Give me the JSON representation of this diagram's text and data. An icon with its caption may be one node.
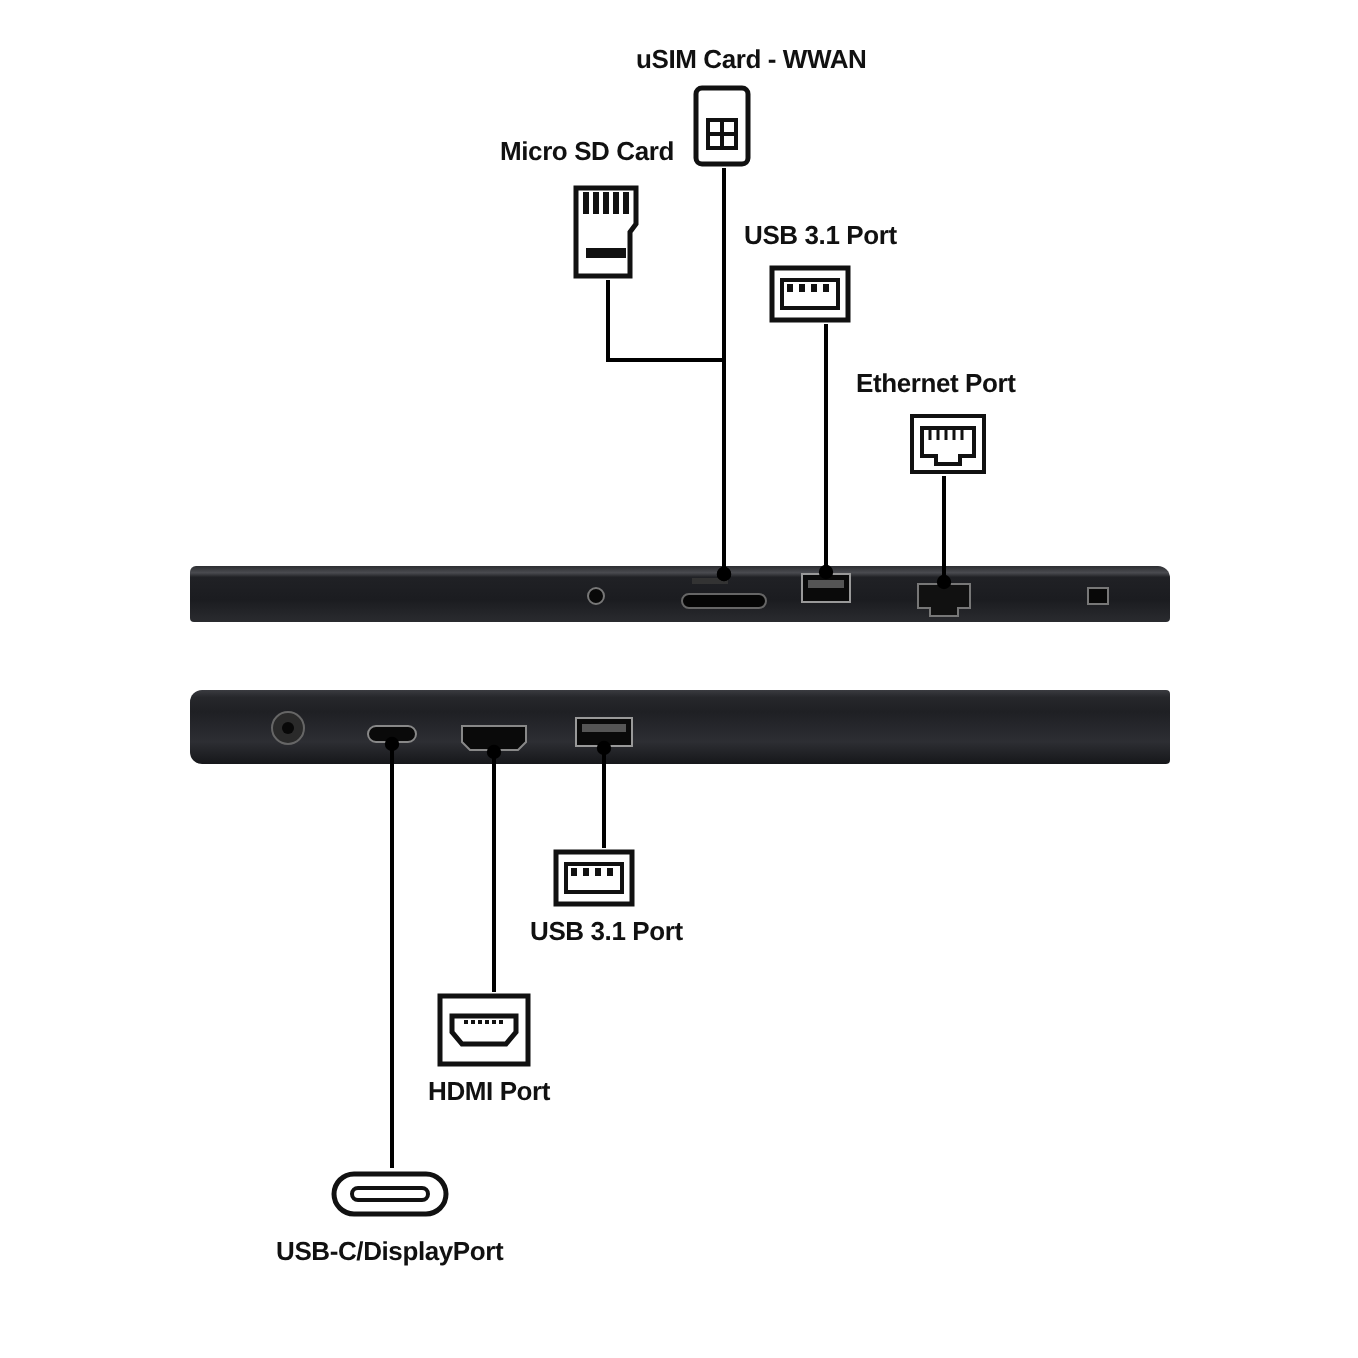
{
  "diagram": {
    "nodes": [
      {
        "text": [
          "uSIM Card - WWAN"
        ]
      },
      {
        "text": [
          "Micro SD Card"
        ]
      },
      {
        "text": [
          "USB 3.1 Port"
        ]
      },
      {
        "text": [
          "Ethernet Port"
        ]
      },
      {
        "text": [],
        "shape": "picture"
      },
      {
        "text": [],
        "shape": "box",
        "in": 4
      },
      {
        "text": [],
        "shape": "box",
        "in": 4
      },
      {
        "text": [],
        "shape": "box",
        "in": 4
      },
      {
        "text": [],
        "shape": "picture"
      },
      {
        "text": [],
        "shape": "box",
        "in": 8
      },
      {
        "text": [],
        "shape": "box",
        "in": 8
      },
      {
        "text": [],
        "shape": "box",
        "in": 8
      },
      {
        "text": [
          "USB 3.1 Port"
        ]
      },
      {
        "text": [
          "HDMI Port"
        ]
      },
      {
        "text": [
          "USB-C/DisplayPort"
        ]
      }
    ],
    "edges": [
      {
        "from": 0,
        "to": 5,
        "arrow": "other"
      },
      {
        "from": 1,
        "to": 5,
        "arrow": "other"
      },
      {
        "from": 2,
        "to": 6,
        "arrow": "other"
      },
      {
        "from": 3,
        "to": 7,
        "arrow": "other"
      },
      {
        "from": 12,
        "to": 11,
        "arrow": "other"
      },
      {
        "from": 13,
        "to": 10,
        "arrow": "other"
      },
      {
        "from": 14,
        "to": 9,
        "arrow": "other"
      }
    ]
  }
}
